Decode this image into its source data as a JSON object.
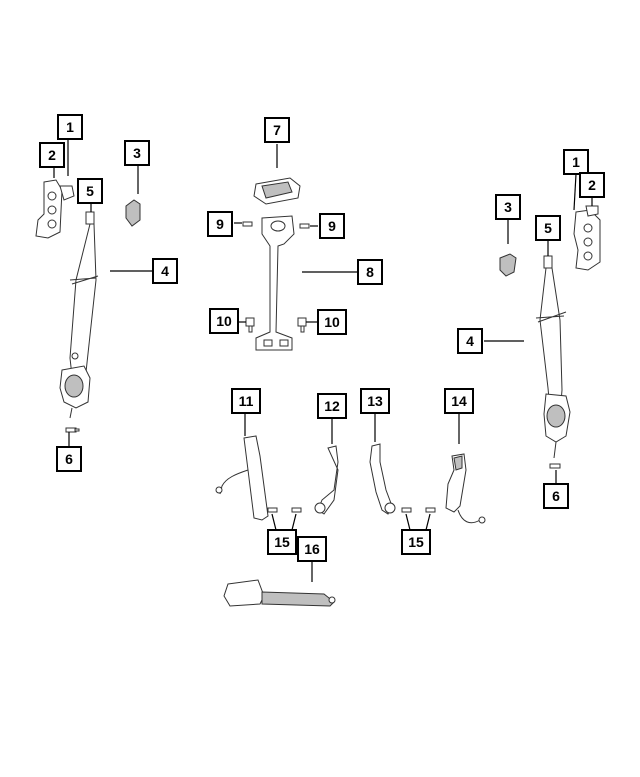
{
  "callouts": {
    "c1a": "1",
    "c2a": "2",
    "c3a": "3",
    "c4a": "4",
    "c5a": "5",
    "c6a": "6",
    "c7": "7",
    "c8": "8",
    "c9a": "9",
    "c9b": "9",
    "c10a": "10",
    "c10b": "10",
    "c1b": "1",
    "c2b": "2",
    "c3b": "3",
    "c4b": "4",
    "c5b": "5",
    "c6b": "6",
    "c11": "11",
    "c12": "12",
    "c13": "13",
    "c14": "14",
    "c15a": "15",
    "c15b": "15",
    "c16": "16"
  },
  "colors": {
    "line": "#000000",
    "part_stroke": "#333333",
    "part_fill": "#ffffff",
    "shade": "#bfbfbf"
  }
}
